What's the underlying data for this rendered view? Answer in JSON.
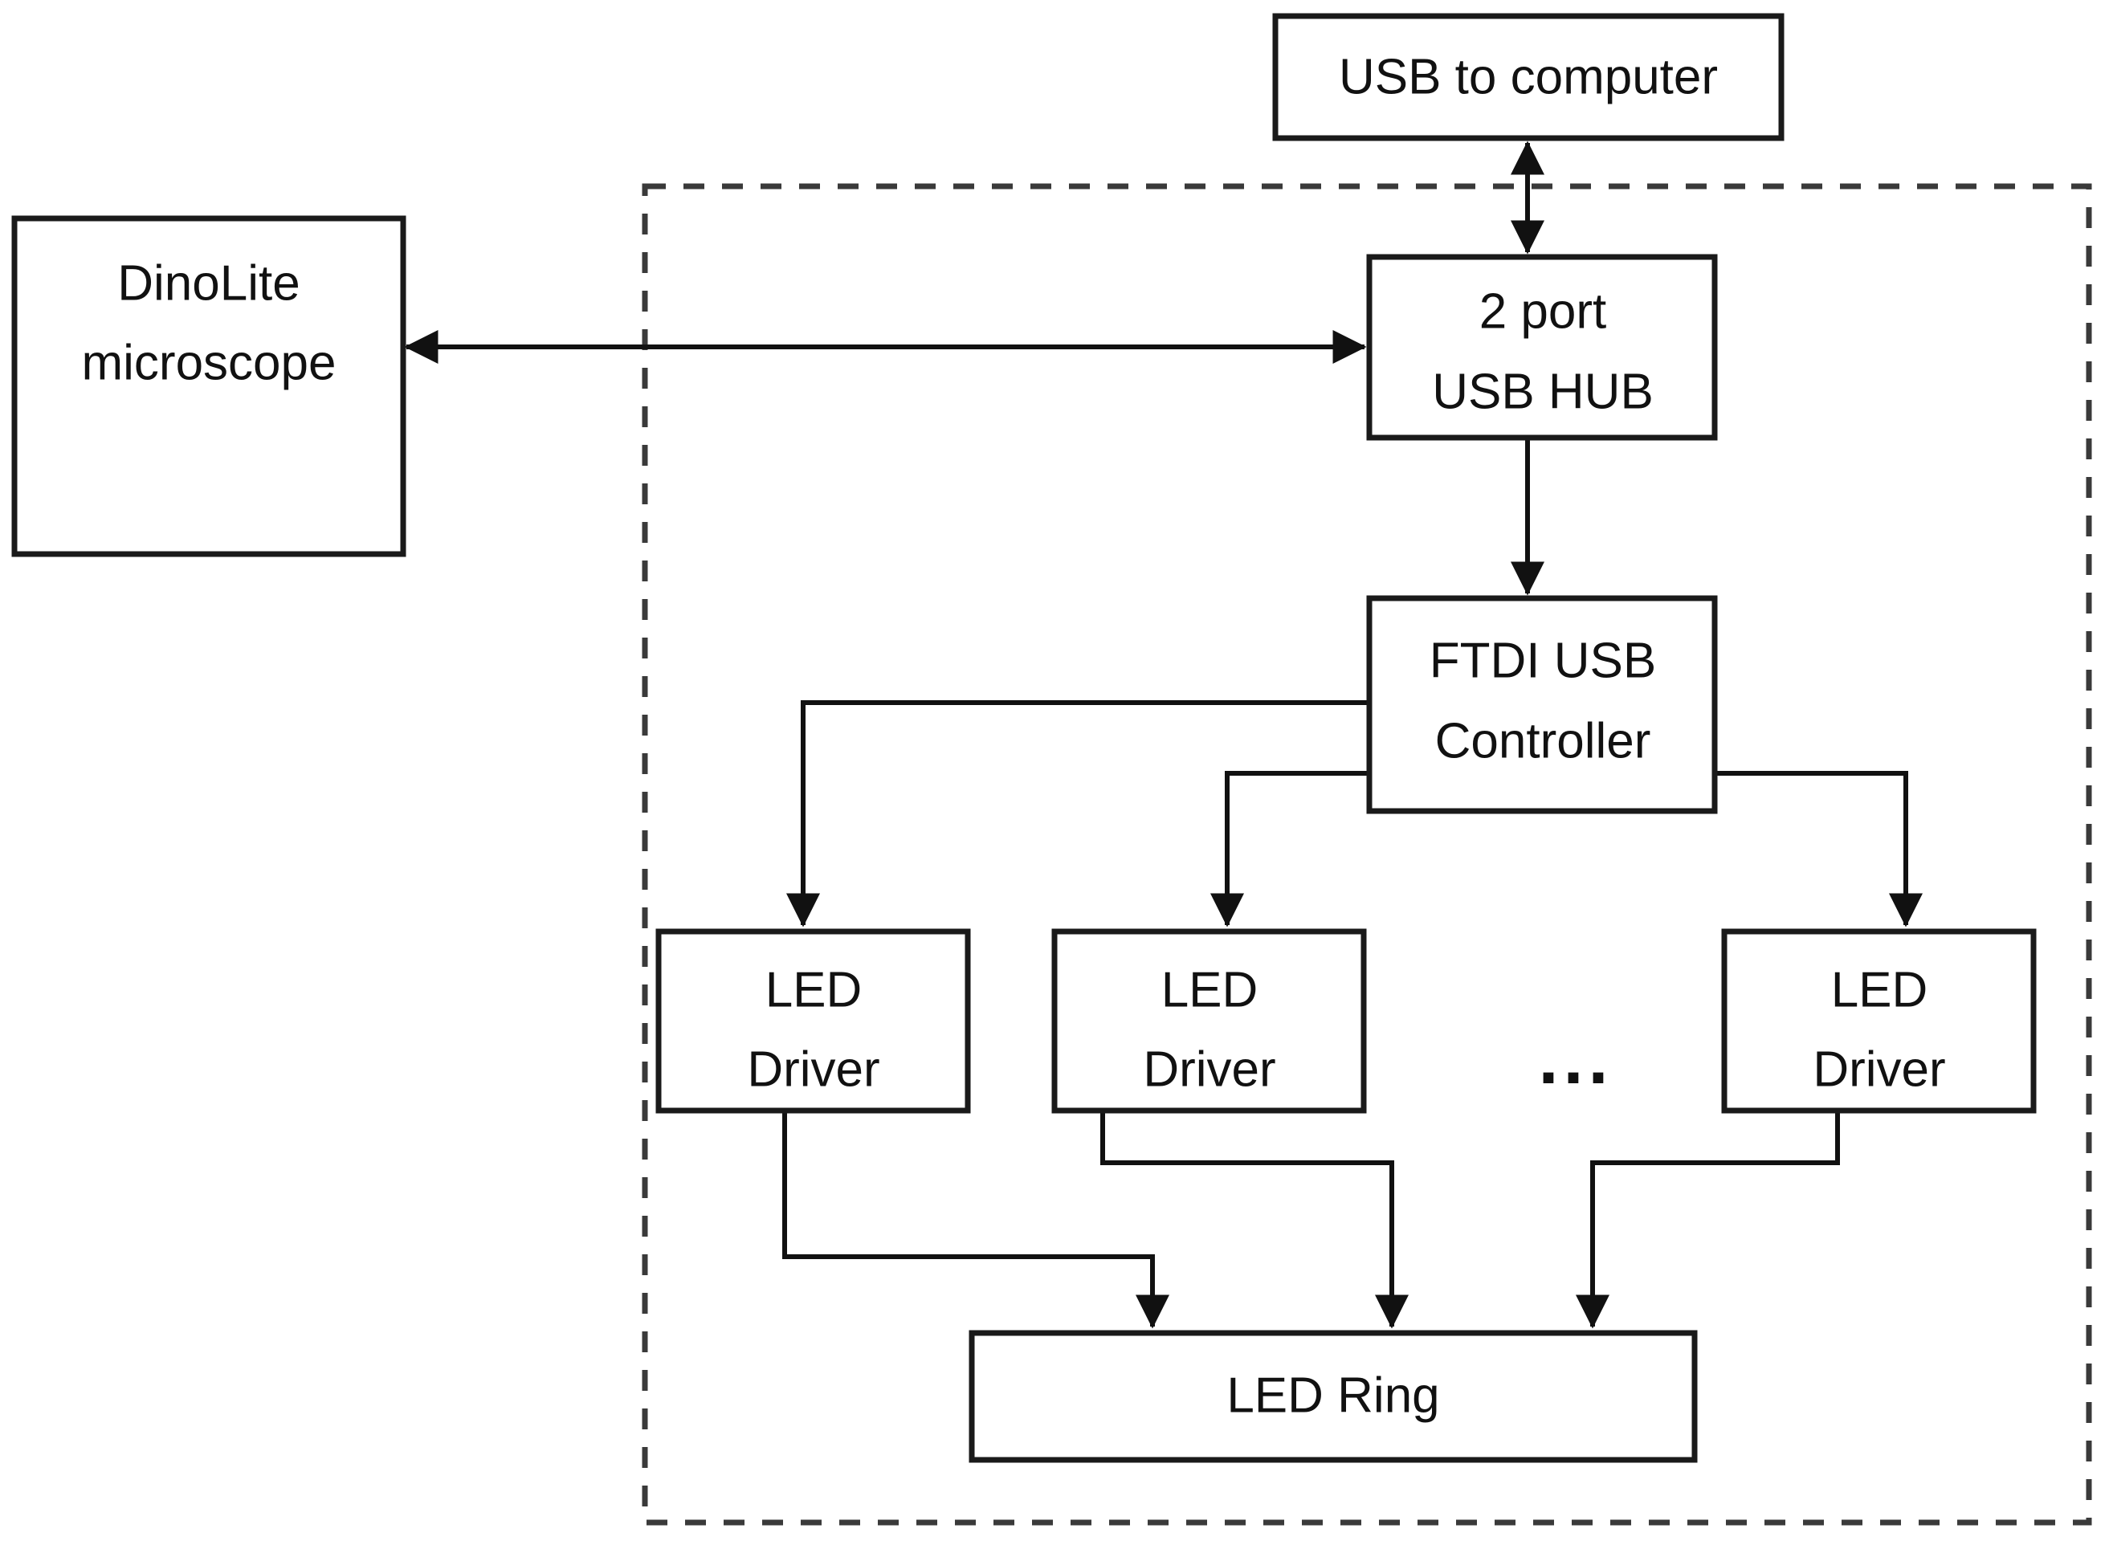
{
  "diagram": {
    "type": "block-diagram",
    "background_color": "#ffffff",
    "line_color": "#111111",
    "box_border_color": "#1a1a1a",
    "enclosure": {
      "label": "",
      "style": "dashed",
      "color": "#3a3a3a"
    },
    "nodes": {
      "usb_to_computer": {
        "label": "USB to computer"
      },
      "dinolite": {
        "line1": "DinoLite",
        "line2": "microscope"
      },
      "usb_hub": {
        "line1": "2 port",
        "line2": "USB HUB"
      },
      "ftdi": {
        "line1": "FTDI USB",
        "line2": "Controller"
      },
      "led_driver_1": {
        "line1": "LED",
        "line2": "Driver"
      },
      "led_driver_2": {
        "line1": "LED",
        "line2": "Driver"
      },
      "led_driver_n": {
        "line1": "LED",
        "line2": "Driver"
      },
      "led_ring": {
        "label": "LED Ring"
      },
      "ellipsis": {
        "label": "..."
      }
    },
    "edges": [
      {
        "from": "usb_hub",
        "to": "usb_to_computer",
        "arrows": "both"
      },
      {
        "from": "usb_hub",
        "to": "dinolite",
        "arrows": "both"
      },
      {
        "from": "usb_hub",
        "to": "ftdi",
        "arrows": "end"
      },
      {
        "from": "ftdi",
        "to": "led_driver_1",
        "arrows": "end"
      },
      {
        "from": "ftdi",
        "to": "led_driver_2",
        "arrows": "end"
      },
      {
        "from": "ftdi",
        "to": "led_driver_n",
        "arrows": "end"
      },
      {
        "from": "led_driver_1",
        "to": "led_ring",
        "arrows": "end"
      },
      {
        "from": "led_driver_2",
        "to": "led_ring",
        "arrows": "end"
      },
      {
        "from": "led_driver_n",
        "to": "led_ring",
        "arrows": "end"
      }
    ]
  }
}
